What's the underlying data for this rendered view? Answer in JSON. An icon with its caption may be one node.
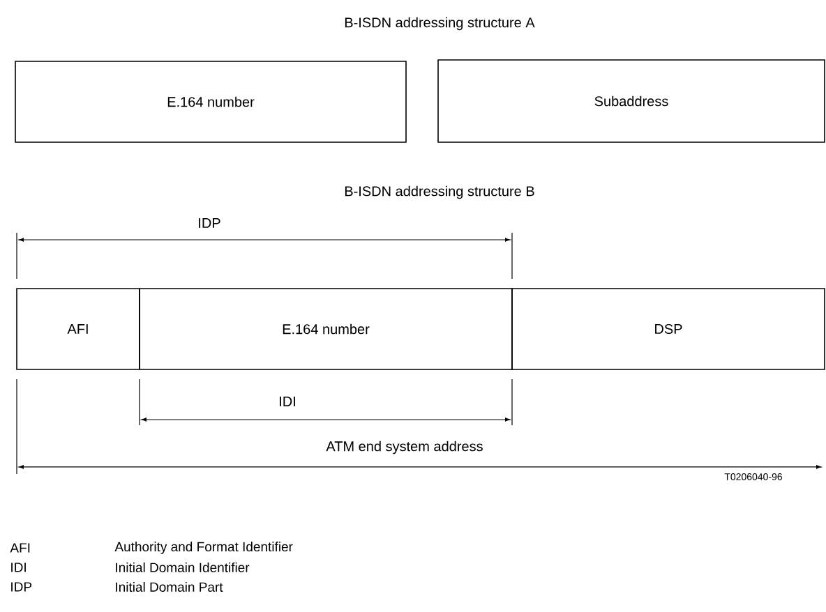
{
  "diagram": {
    "nodes": [
      {
        "text": [
          "E.164 number"
        ]
      },
      {
        "text": [
          "Subaddress"
        ]
      },
      {
        "text": [
          "AFI"
        ]
      },
      {
        "text": [
          "E.164 number"
        ]
      },
      {
        "text": [
          "DSP"
        ]
      }
    ],
    "edges": [],
    "labels": [
      "B-ISDN addressing structure A",
      "B-ISDN addressing structure B",
      "IDP",
      "IDI",
      "ATM end system address",
      "T0206040-96",
      "AFI",
      "Authority and Format Identifier",
      "IDI",
      "Initial Domain Identifier",
      "IDP",
      "Initial Domain Part"
    ]
  }
}
